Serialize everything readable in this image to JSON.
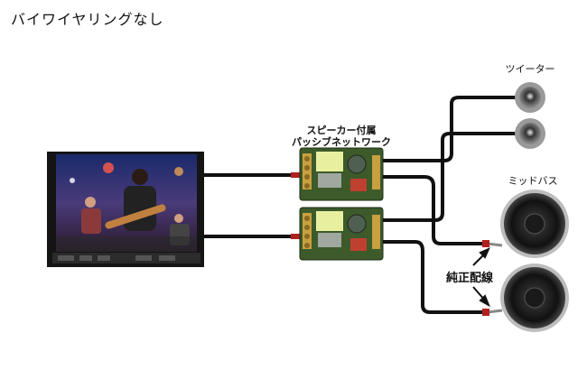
{
  "page": {
    "title": "バイワイヤリングなし"
  },
  "labels": {
    "network_line1": "スピーカー付属",
    "network_line2": "パッシブネットワーク",
    "tweeter": "ツイーター",
    "midbass": "ミッドバス",
    "stock_wiring": "純正配線"
  },
  "colors": {
    "cable": "#111111",
    "board": "#3c5a2a",
    "wire_gray": "#888888"
  }
}
